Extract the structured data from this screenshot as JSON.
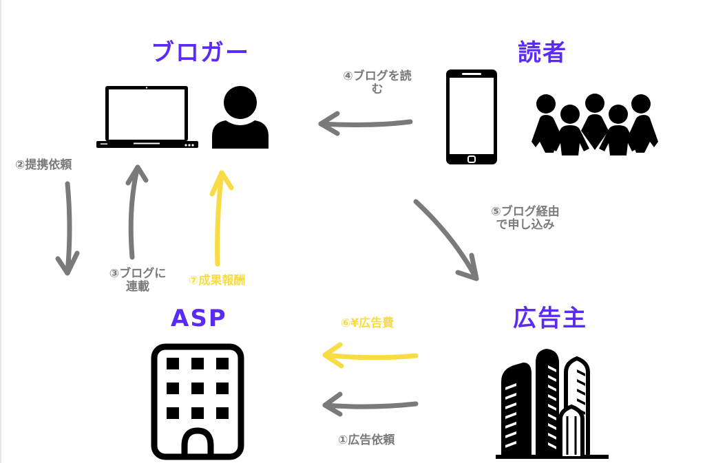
{
  "colors": {
    "title": "#5b2bf5",
    "gray_arrow": "#7a7a7a",
    "yellow_arrow": "#f7dc45",
    "icon": "#000000",
    "background": "#ffffff"
  },
  "nodes": {
    "blogger": {
      "title": "ブロガー",
      "icons": [
        "laptop-icon",
        "person-icon"
      ]
    },
    "reader": {
      "title": "読者",
      "icons": [
        "smartphone-icon",
        "group-icon"
      ]
    },
    "asp": {
      "title": "ASP",
      "icons": [
        "building-icon"
      ]
    },
    "advertiser": {
      "title": "広告主",
      "icons": [
        "skyscrapers-icon"
      ]
    }
  },
  "flows": [
    {
      "step": "①",
      "label": "①広告依頼",
      "from": "advertiser",
      "to": "asp",
      "color": "gray"
    },
    {
      "step": "②",
      "label": "②提携依頼",
      "from": "blogger",
      "to": "asp",
      "color": "gray"
    },
    {
      "step": "③",
      "label_line1": "③ブログに",
      "label_line2": "連載",
      "from": "asp",
      "to": "blogger",
      "color": "gray"
    },
    {
      "step": "④",
      "label_line1": "④ブログを読",
      "label_line2": "む",
      "from": "reader",
      "to": "blogger",
      "color": "gray"
    },
    {
      "step": "⑤",
      "label_line1": "⑤ブログ経由",
      "label_line2": "で申し込み",
      "from": "reader",
      "to": "advertiser",
      "color": "gray"
    },
    {
      "step": "⑥",
      "label": "⑥¥広告費",
      "from": "advertiser",
      "to": "asp",
      "color": "yellow"
    },
    {
      "step": "⑦",
      "label": "⑦成果報酬",
      "from": "asp",
      "to": "blogger",
      "color": "yellow"
    }
  ]
}
